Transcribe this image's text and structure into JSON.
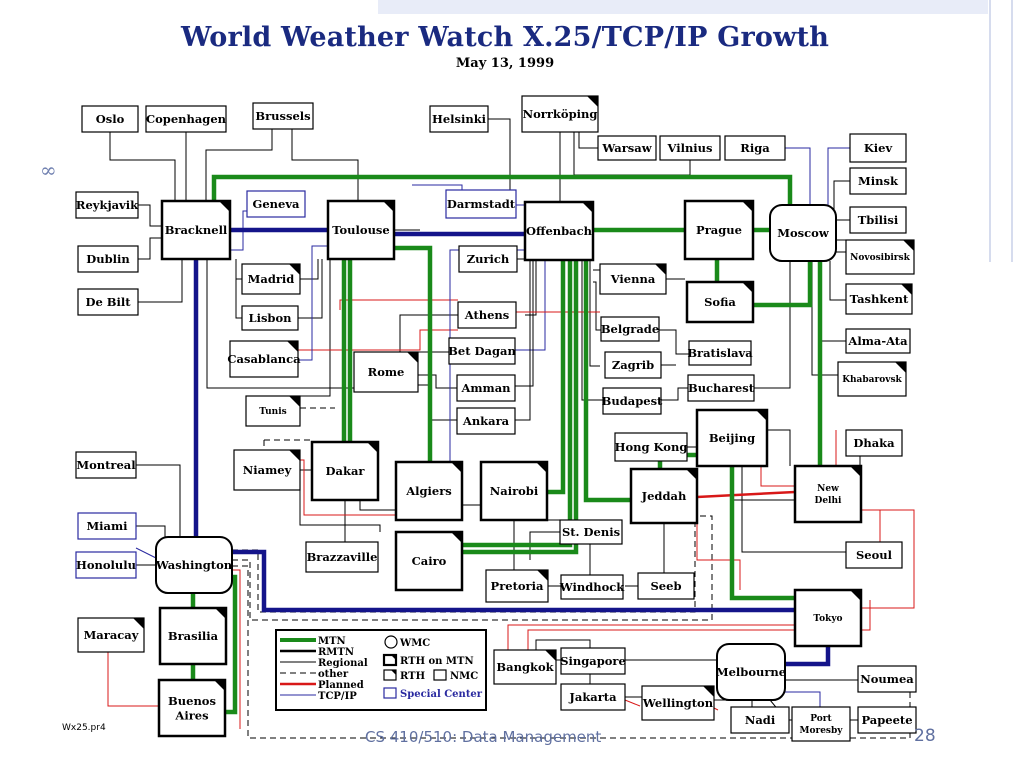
{
  "title": "World Weather Watch X.25/TCP/IP Growth",
  "subtitle": "May 13, 1999",
  "footer": "CS 410/510: Data Management",
  "page_number": "28",
  "file_name": "Wx25.pr4",
  "colors": {
    "mtn": "#1a8a1a",
    "rmtn": "#14148a",
    "planned": "#d81818",
    "tcpip": "#2a2aa0",
    "title": "#1a2a80"
  },
  "nodes": [
    {
      "id": "oslo",
      "label": "Oslo"
    },
    {
      "id": "copenhagen",
      "label": "Copenhagen"
    },
    {
      "id": "brussels",
      "label": "Brussels"
    },
    {
      "id": "helsinki",
      "label": "Helsinki"
    },
    {
      "id": "norrkoping",
      "label": "Norrköping"
    },
    {
      "id": "warsaw",
      "label": "Warsaw"
    },
    {
      "id": "vilnius",
      "label": "Vilnius"
    },
    {
      "id": "riga",
      "label": "Riga"
    },
    {
      "id": "kiev",
      "label": "Kiev"
    },
    {
      "id": "minsk",
      "label": "Minsk"
    },
    {
      "id": "tbilisi",
      "label": "Tbilisi"
    },
    {
      "id": "novosibirsk",
      "label": "Novosibirsk"
    },
    {
      "id": "tashkent",
      "label": "Tashkent"
    },
    {
      "id": "almaata",
      "label": "Alma-Ata"
    },
    {
      "id": "khabarovsk",
      "label": "Khabarovsk"
    },
    {
      "id": "reykjavik",
      "label": "Reykjavik"
    },
    {
      "id": "dublin",
      "label": "Dublin"
    },
    {
      "id": "debilt",
      "label": "De Bilt"
    },
    {
      "id": "bracknell",
      "label": "Bracknell"
    },
    {
      "id": "geneva",
      "label": "Geneva"
    },
    {
      "id": "toulouse",
      "label": "Toulouse"
    },
    {
      "id": "darmstadt",
      "label": "Darmstadt"
    },
    {
      "id": "offenbach",
      "label": "Offenbach"
    },
    {
      "id": "prague",
      "label": "Prague"
    },
    {
      "id": "moscow",
      "label": "Moscow"
    },
    {
      "id": "madrid",
      "label": "Madrid"
    },
    {
      "id": "zurich",
      "label": "Zurich"
    },
    {
      "id": "vienna",
      "label": "Vienna"
    },
    {
      "id": "sofia",
      "label": "Sofia"
    },
    {
      "id": "lisbon",
      "label": "Lisbon"
    },
    {
      "id": "athens",
      "label": "Athens"
    },
    {
      "id": "belgrade",
      "label": "Belgrade"
    },
    {
      "id": "bratislava",
      "label": "Bratislava"
    },
    {
      "id": "casablanca",
      "label": "Casablanca"
    },
    {
      "id": "rome",
      "label": "Rome"
    },
    {
      "id": "betdagan",
      "label": "Bet Dagan"
    },
    {
      "id": "zagrib",
      "label": "Zagrib"
    },
    {
      "id": "amman",
      "label": "Amman"
    },
    {
      "id": "bucharest",
      "label": "Bucharest"
    },
    {
      "id": "budapest",
      "label": "Budapest"
    },
    {
      "id": "tunis",
      "label": "Tunis"
    },
    {
      "id": "ankara",
      "label": "Ankara"
    },
    {
      "id": "hongkong",
      "label": "Hong Kong"
    },
    {
      "id": "beijing",
      "label": "Beijing"
    },
    {
      "id": "dhaka",
      "label": "Dhaka"
    },
    {
      "id": "montreal",
      "label": "Montreal"
    },
    {
      "id": "niamey",
      "label": "Niamey"
    },
    {
      "id": "dakar",
      "label": "Dakar"
    },
    {
      "id": "algiers",
      "label": "Algiers"
    },
    {
      "id": "nairobi",
      "label": "Nairobi"
    },
    {
      "id": "jeddah",
      "label": "Jeddah"
    },
    {
      "id": "newdelhi",
      "label": "New\nDelhi"
    },
    {
      "id": "miami",
      "label": "Miami"
    },
    {
      "id": "stdenis",
      "label": "St. Denis"
    },
    {
      "id": "honolulu",
      "label": "Honolulu"
    },
    {
      "id": "washington",
      "label": "Washington"
    },
    {
      "id": "brazzaville",
      "label": "Brazzaville"
    },
    {
      "id": "cairo",
      "label": "Cairo"
    },
    {
      "id": "seoul",
      "label": "Seoul"
    },
    {
      "id": "pretoria",
      "label": "Pretoria"
    },
    {
      "id": "windhock",
      "label": "Windhock"
    },
    {
      "id": "seeb",
      "label": "Seeb"
    },
    {
      "id": "tokyo",
      "label": "Tokyo"
    },
    {
      "id": "maracay",
      "label": "Maracay"
    },
    {
      "id": "brasilia",
      "label": "Brasilia"
    },
    {
      "id": "bangkok",
      "label": "Bangkok"
    },
    {
      "id": "singapore",
      "label": "Singapore"
    },
    {
      "id": "melbourne",
      "label": "Melbourne"
    },
    {
      "id": "noumea",
      "label": "Noumea"
    },
    {
      "id": "jakarta",
      "label": "Jakarta"
    },
    {
      "id": "wellington",
      "label": "Wellington"
    },
    {
      "id": "buenosaires",
      "label": "Buenos\nAires"
    },
    {
      "id": "nadi",
      "label": "Nadi"
    },
    {
      "id": "portmoresby",
      "label": "Port\nMoresby"
    },
    {
      "id": "papeete",
      "label": "Papeete"
    }
  ],
  "legend": {
    "lines": [
      {
        "label": "MTN",
        "style": "mtn"
      },
      {
        "label": "RMTN",
        "style": "rmtn"
      },
      {
        "label": "Regional",
        "style": "regional"
      },
      {
        "label": "other",
        "style": "dashed"
      },
      {
        "label": "Planned",
        "style": "planned"
      },
      {
        "label": "TCP/IP",
        "style": "tcpip"
      }
    ],
    "symbols": [
      {
        "label": "WMC",
        "shape": "circle"
      },
      {
        "label": "RTH on MTN",
        "shape": "box-thick"
      },
      {
        "label": "RTH",
        "shape": "box-thin"
      },
      {
        "label": "NMC",
        "shape": "box-plain"
      },
      {
        "label": "Special Center",
        "shape": "box-blue"
      }
    ]
  }
}
